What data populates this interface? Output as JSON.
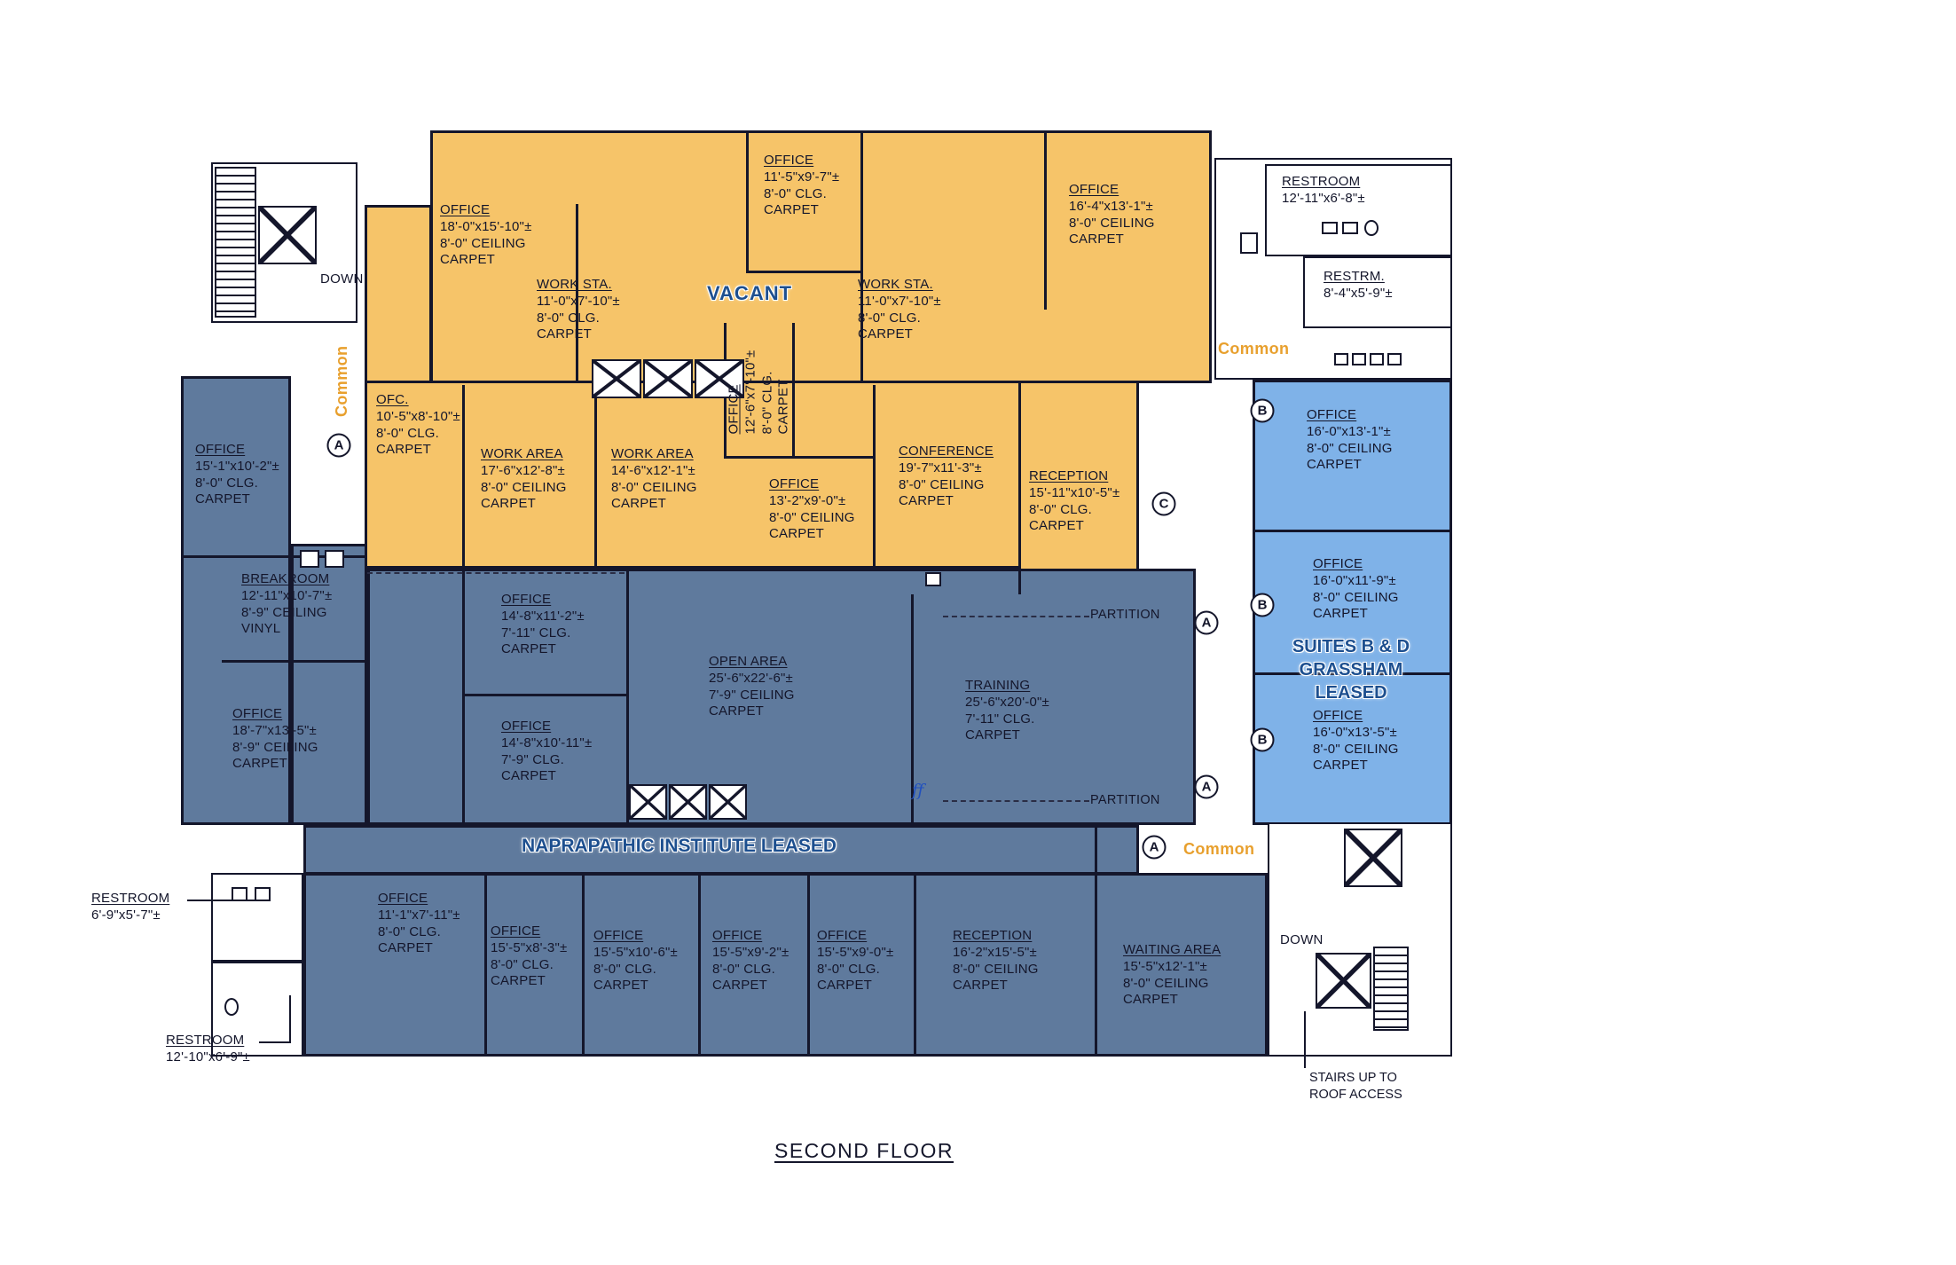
{
  "title": "SECOND FLOOR",
  "zone_labels": {
    "vacant": "VACANT",
    "naprapathic": "NAPRAPATHIC INSTITUTE LEASED",
    "suites_line1": "SUITES B & D",
    "suites_line2": "GRASSHAM",
    "suites_line3": "LEASED",
    "common": "Common"
  },
  "colors": {
    "vacant_fill": "#F6C469",
    "naprapathic_fill": "#5F7A9D",
    "suites_fill": "#7FB2E8",
    "wall": "#14162B",
    "common_text": "#E8A02E",
    "blue_text": "#1D4F8F"
  },
  "annotations": {
    "down_label": "DOWN",
    "partition_label": "PARTITION",
    "stairs_note_line1": "STAIRS UP TO",
    "stairs_note_line2": "ROOF ACCESS",
    "ff_note": "ff"
  },
  "door_markers": [
    "A",
    "B",
    "C",
    "B",
    "A",
    "B",
    "A",
    "A"
  ],
  "rooms": [
    {
      "id": "office-18x15",
      "zone": "vacant",
      "name": "OFFICE",
      "dims": "18'-0\"x15'-10\"±",
      "ceiling": "8'-0\" CEILING",
      "floor": "CARPET"
    },
    {
      "id": "workstation-left",
      "zone": "vacant",
      "name": "WORK STA.",
      "dims": "11'-0\"x7'-10\"±",
      "ceiling": "8'-0\" CLG.",
      "floor": "CARPET"
    },
    {
      "id": "office-11x9",
      "zone": "vacant",
      "name": "OFFICE",
      "dims": "11'-5\"x9'-7\"±",
      "ceiling": "8'-0\" CLG.",
      "floor": "CARPET"
    },
    {
      "id": "workstation-right",
      "zone": "vacant",
      "name": "WORK STA.",
      "dims": "11'-0\"x7'-10\"±",
      "ceiling": "8'-0\" CLG.",
      "floor": "CARPET"
    },
    {
      "id": "office-16x13",
      "zone": "vacant",
      "name": "OFFICE",
      "dims": "16'-4\"x13'-1\"±",
      "ceiling": "8'-0\" CEILING",
      "floor": "CARPET"
    },
    {
      "id": "ofc-10x8",
      "zone": "vacant",
      "name": "OFC.",
      "dims": "10'-5\"x8'-10\"±",
      "ceiling": "8'-0\" CLG.",
      "floor": "CARPET"
    },
    {
      "id": "workarea-17x12",
      "zone": "vacant",
      "name": "WORK AREA",
      "dims": "17'-6\"x12'-8\"±",
      "ceiling": "8'-0\" CEILING",
      "floor": "CARPET"
    },
    {
      "id": "workarea-14x12",
      "zone": "vacant",
      "name": "WORK AREA",
      "dims": "14'-6\"x12'-1\"±",
      "ceiling": "8'-0\" CEILING",
      "floor": "CARPET"
    },
    {
      "id": "office-12x7-rotated",
      "zone": "vacant",
      "name": "OFFICE",
      "dims": "12'-6\"x7'-10\"±",
      "ceiling": "8'-0\" CLG.",
      "floor": "CARPET"
    },
    {
      "id": "office-13x9",
      "zone": "vacant",
      "name": "OFFICE",
      "dims": "13'-2\"x9'-0\"±",
      "ceiling": "8'-0\" CEILING",
      "floor": "CARPET"
    },
    {
      "id": "conference",
      "zone": "vacant",
      "name": "CONFERENCE",
      "dims": "19'-7\"x11'-3\"±",
      "ceiling": "8'-0\" CEILING",
      "floor": "CARPET"
    },
    {
      "id": "reception-vacant",
      "zone": "vacant",
      "name": "RECEPTION",
      "dims": "15'-11\"x10'-5\"±",
      "ceiling": "8'-0\" CLG.",
      "floor": "CARPET"
    },
    {
      "id": "office-15x10",
      "zone": "naprapathic",
      "name": "OFFICE",
      "dims": "15'-1\"x10'-2\"±",
      "ceiling": "8'-0\" CLG.",
      "floor": "CARPET"
    },
    {
      "id": "breakroom",
      "zone": "naprapathic",
      "name": "BREAKROOM",
      "dims": "12'-11\"x10'-7\"±",
      "ceiling": "8'-9\" CEILING",
      "floor": "VINYL"
    },
    {
      "id": "office-18x13",
      "zone": "naprapathic",
      "name": "OFFICE",
      "dims": "18'-7\"x13'-5\"±",
      "ceiling": "8'-9\" CEILING",
      "floor": "CARPET"
    },
    {
      "id": "office-14x11",
      "zone": "naprapathic",
      "name": "OFFICE",
      "dims": "14'-8\"x11'-2\"±",
      "ceiling": "7'-11\" CLG.",
      "floor": "CARPET"
    },
    {
      "id": "office-14x10",
      "zone": "naprapathic",
      "name": "OFFICE",
      "dims": "14'-8\"x10'-11\"±",
      "ceiling": "7'-9\" CLG.",
      "floor": "CARPET"
    },
    {
      "id": "open-area",
      "zone": "naprapathic",
      "name": "OPEN AREA",
      "dims": "25'-6\"x22'-6\"±",
      "ceiling": "7'-9\" CEILING",
      "floor": "CARPET"
    },
    {
      "id": "training",
      "zone": "naprapathic",
      "name": "TRAINING",
      "dims": "25'-6\"x20'-0\"±",
      "ceiling": "7'-11\" CLG.",
      "floor": "CARPET"
    },
    {
      "id": "office-11x7",
      "zone": "naprapathic",
      "name": "OFFICE",
      "dims": "11'-1\"x7'-11\"±",
      "ceiling": "8'-0\" CLG.",
      "floor": "CARPET"
    },
    {
      "id": "office-15x8",
      "zone": "naprapathic",
      "name": "OFFICE",
      "dims": "15'-5\"x8'-3\"±",
      "ceiling": "8'-0\" CLG.",
      "floor": "CARPET"
    },
    {
      "id": "office-15x10b",
      "zone": "naprapathic",
      "name": "OFFICE",
      "dims": "15'-5\"x10'-6\"±",
      "ceiling": "8'-0\" CLG.",
      "floor": "CARPET"
    },
    {
      "id": "office-15x9-2",
      "zone": "naprapathic",
      "name": "OFFICE",
      "dims": "15'-5\"x9'-2\"±",
      "ceiling": "8'-0\" CLG.",
      "floor": "CARPET"
    },
    {
      "id": "office-15x9-0",
      "zone": "naprapathic",
      "name": "OFFICE",
      "dims": "15'-5\"x9'-0\"±",
      "ceiling": "8'-0\" CLG.",
      "floor": "CARPET"
    },
    {
      "id": "reception-nap",
      "zone": "naprapathic",
      "name": "RECEPTION",
      "dims": "16'-2\"x15'-5\"±",
      "ceiling": "8'-0\" CEILING",
      "floor": "CARPET"
    },
    {
      "id": "waiting-area",
      "zone": "naprapathic",
      "name": "WAITING AREA",
      "dims": "15'-5\"x12'-1\"±",
      "ceiling": "8'-0\" CEILING",
      "floor": "CARPET"
    },
    {
      "id": "office-16x13-b",
      "zone": "suites",
      "name": "OFFICE",
      "dims": "16'-0\"x13'-1\"±",
      "ceiling": "8'-0\" CEILING",
      "floor": "CARPET"
    },
    {
      "id": "office-16x11",
      "zone": "suites",
      "name": "OFFICE",
      "dims": "16'-0\"x11'-9\"±",
      "ceiling": "8'-0\" CEILING",
      "floor": "CARPET"
    },
    {
      "id": "office-16x13-d",
      "zone": "suites",
      "name": "OFFICE",
      "dims": "16'-0\"x13'-5\"±",
      "ceiling": "8'-0\" CEILING",
      "floor": "CARPET"
    },
    {
      "id": "restroom-tr",
      "zone": "common",
      "name": "RESTROOM",
      "dims": "12'-11\"x6'-8\"±"
    },
    {
      "id": "restrm-tr",
      "zone": "common",
      "name": "RESTRM.",
      "dims": "8'-4\"x5'-9\"±"
    },
    {
      "id": "restroom-left-upper",
      "zone": "common",
      "name": "RESTROOM",
      "dims": "6'-9\"x5'-7\"±"
    },
    {
      "id": "restroom-left-lower",
      "zone": "common",
      "name": "RESTROOM",
      "dims": "12'-10\"x6'-9\"±"
    }
  ]
}
